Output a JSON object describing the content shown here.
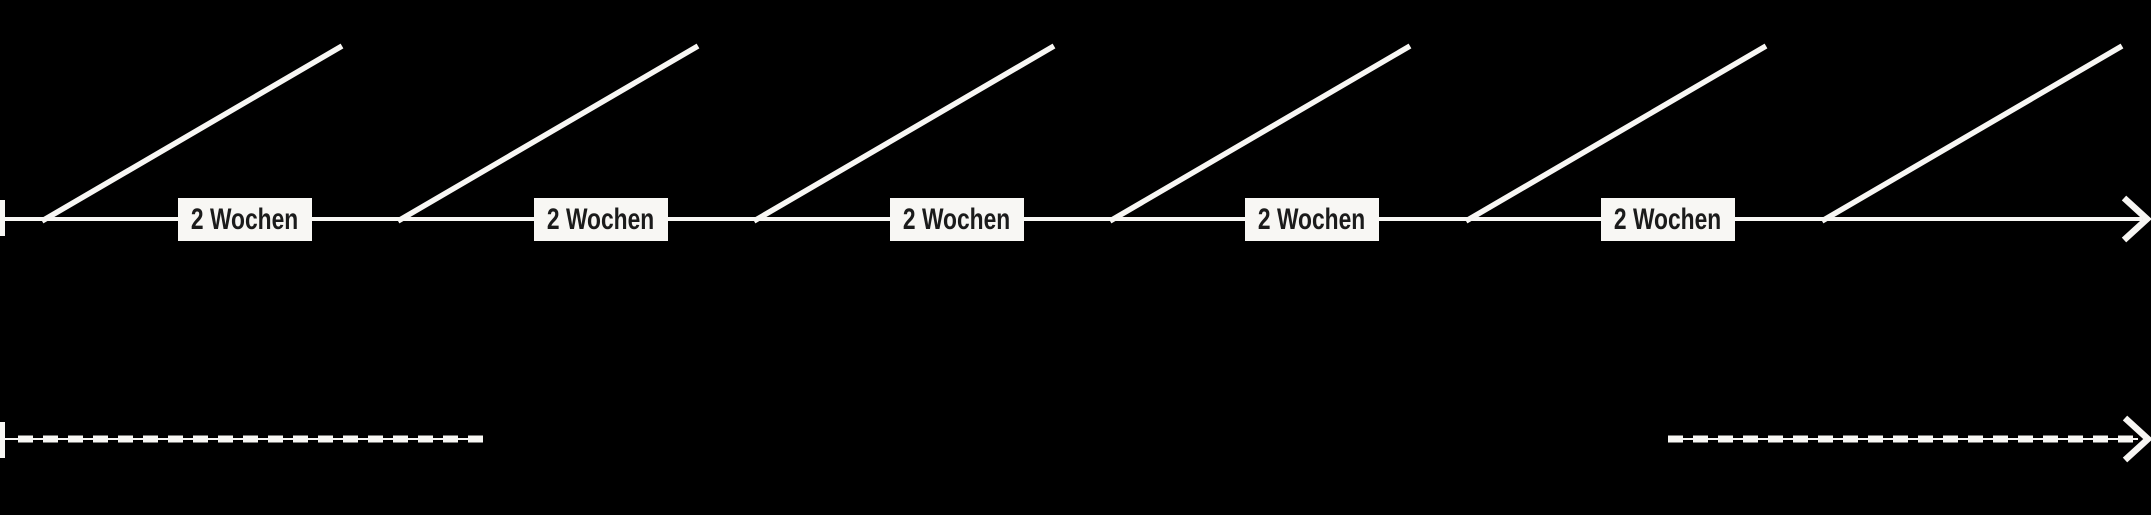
{
  "diagram": {
    "type": "sprint-interval-timeline",
    "colors": {
      "background": "#000000",
      "foreground": "#f8f7f4",
      "label_background": "#f8f7f4",
      "label_text": "#1b1b1b"
    },
    "interval_labels": [
      "2 Wochen",
      "2 Wochen",
      "2 Wochen",
      "2 Wochen",
      "2 Wochen"
    ]
  }
}
